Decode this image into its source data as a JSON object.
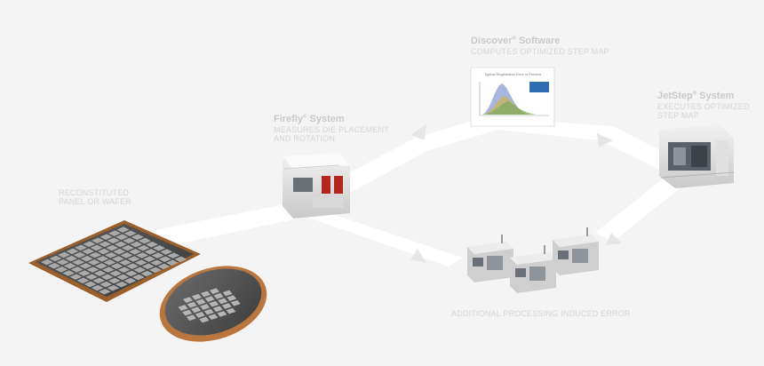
{
  "steps": {
    "reconstituted": {
      "lines": [
        "RECONSTITUTED",
        "PANEL OR WAFER"
      ]
    },
    "firefly": {
      "title": "Firefly",
      "title_mark": "®",
      "title_suffix": " System",
      "lines": [
        "MEASURES DIE PLACEMENT",
        "AND ROTATION"
      ]
    },
    "discover": {
      "title": "Discover",
      "title_mark": "®",
      "title_suffix": " Software",
      "lines": [
        "COMPUTES OPTIMIZED STEP MAP"
      ]
    },
    "jetstep": {
      "title": "JetStep",
      "title_mark": "®",
      "title_suffix": " System",
      "lines": [
        "EXECUTES OPTIMIZED",
        "STEP MAP"
      ]
    },
    "processing": {
      "lines": [
        "ADDITIONAL PROCESSING INDUCED ERROR"
      ]
    }
  },
  "chart_thumbnail": {
    "title": "Typical Registration Error in Percent"
  },
  "colors": {
    "background": "#f4f4f4",
    "path": "#ffffff",
    "label": "#d4d4d4",
    "wafer_ring": "#b9773f",
    "panel_frame": "#a0642e",
    "die": "#9a9a9a",
    "machine_body": "#e8e8e8",
    "machine_dark": "#555a62",
    "accent_red": "#b3261e"
  }
}
